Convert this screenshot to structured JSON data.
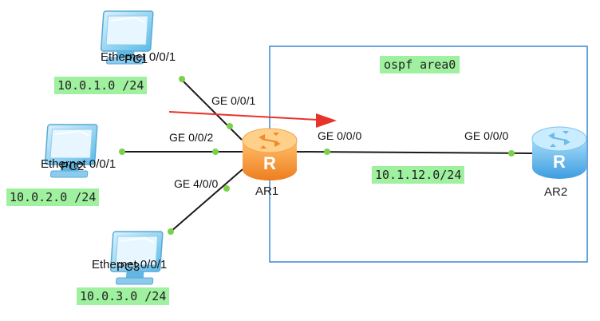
{
  "area": {
    "label": "ospf area0",
    "border_color": "#3a87d6"
  },
  "links": {
    "pc1_ar1": {
      "pc_port": "Ethernet 0/0/1",
      "ar_port": "GE 0/0/1"
    },
    "pc2_ar1": {
      "pc_port": "Ethernet 0/0/1",
      "ar_port": "GE 0/0/2"
    },
    "pc3_ar1": {
      "pc_port": "Ethernet 0/0/1",
      "ar_port": "GE 4/0/0"
    },
    "ar1_ar2": {
      "ar1_port": "GE 0/0/0",
      "ar2_port": "GE 0/0/0"
    }
  },
  "networks": {
    "pc1": "10.0.1.0 /24",
    "pc2": "10.0.2.0 /24",
    "pc3": "10.0.3.0 /24",
    "ar1_ar2": "10.1.12.0/24"
  },
  "devices": {
    "pc1": {
      "name": "PC1",
      "icon": "pc-icon"
    },
    "pc2": {
      "name": "PC2",
      "icon": "pc-icon"
    },
    "pc3": {
      "name": "PC3",
      "icon": "pc-icon"
    },
    "ar1": {
      "name": "AR1",
      "icon": "router-icon",
      "glyph": "R",
      "color": "#f79a3e"
    },
    "ar2": {
      "name": "AR2",
      "icon": "router-icon",
      "glyph": "R",
      "color": "#5aaee8"
    }
  },
  "colors": {
    "link": "#1a1a1a",
    "port_dot": "#7bd14a",
    "arrow": "#e8332b",
    "net_bg": "#9ff09f"
  }
}
